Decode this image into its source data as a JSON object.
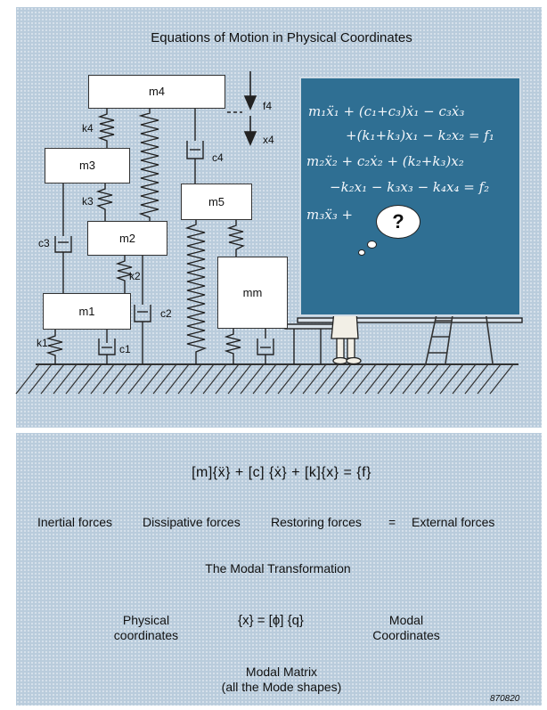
{
  "top": {
    "title": "Equations of Motion in Physical Coordinates",
    "masses": {
      "m4": "m4",
      "m3": "m3",
      "m2": "m2",
      "m1": "m1",
      "m5": "m5",
      "mm": "mm"
    },
    "springs": {
      "k4": "k4",
      "k3": "k3",
      "k2": "k2",
      "k1": "k1"
    },
    "dampers": {
      "c3": "c3",
      "c2": "c2",
      "c1": "c1",
      "c4": "c4"
    },
    "force_label": "f4",
    "disp_label": "x4",
    "board_lines": [
      "m₁ẍ₁ + (c₁+c₃)ẋ₁ − c₃ẋ₃",
      "+(k₁+k₃)x₁ − k₂x₂ = f₁",
      "m₂ẍ₂ + c₂ẋ₂ + (k₂+k₃)x₂",
      "−k₂x₁ − k₃x₃ − k₄x₄ = f₂",
      "m₃ẍ₃ +"
    ],
    "thought_mark": "?"
  },
  "bottom": {
    "equation": "[m]{ẍ} + [c] {ẋ} + [k]{x} = {f}",
    "labels": {
      "inertial": "Inertial forces",
      "dissipative": "Dissipative forces",
      "restoring": "Restoring forces",
      "equals": "=",
      "external": "External forces"
    },
    "modal_title": "The Modal Transformation",
    "modal_equation": "{x}  = [ϕ] {q}",
    "physical_line1": "Physical",
    "physical_line2": "coordinates",
    "modal_line1": "Modal",
    "modal_line2": "Coordinates",
    "matrix_line1": "Modal Matrix",
    "matrix_line2": "(all the Mode shapes)",
    "figure_number": "870820"
  }
}
